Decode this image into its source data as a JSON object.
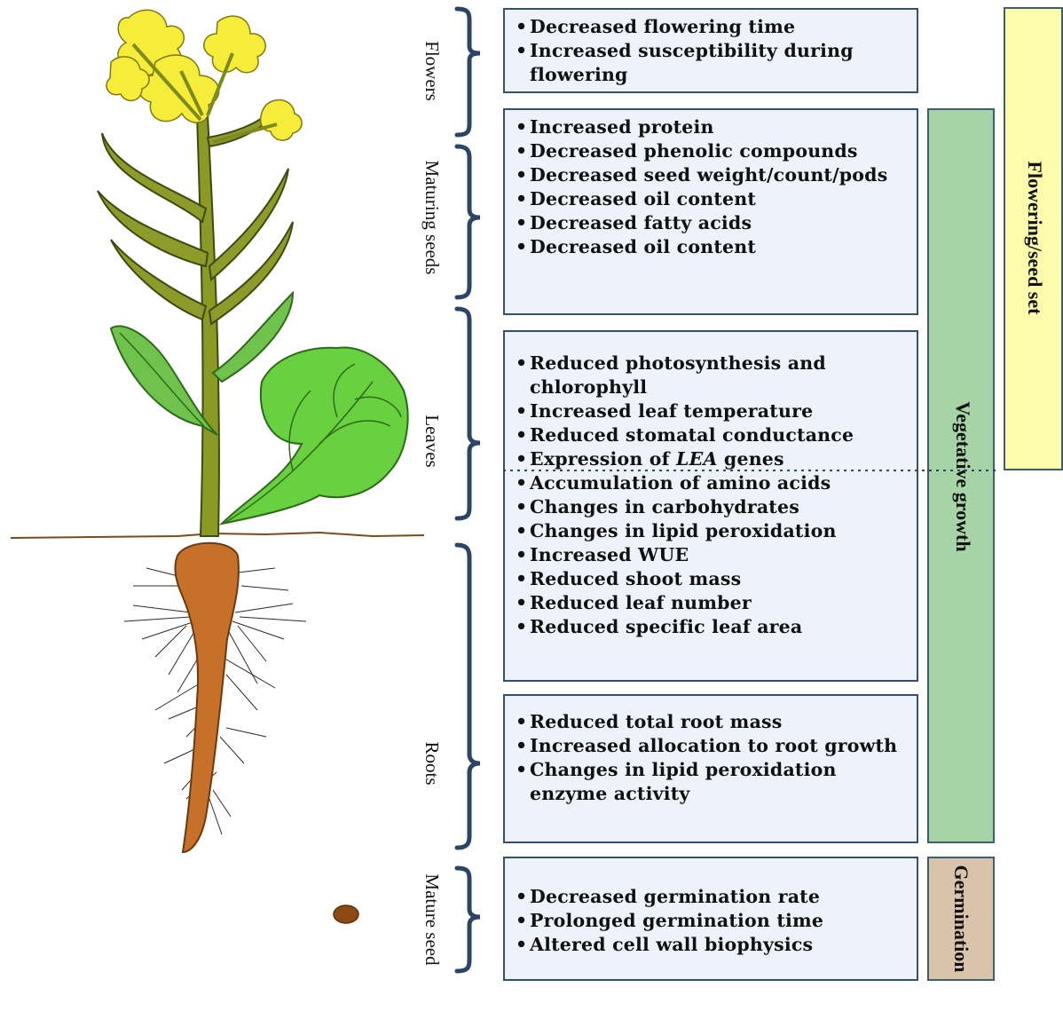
{
  "organs": {
    "flowers": "Flowers",
    "maturing_seeds": "Maturing seeds",
    "leaves": "Leaves",
    "roots": "Roots",
    "mature_seed": "Mature seed"
  },
  "boxes": {
    "flowers": [
      "Decreased flowering time",
      "Increased susceptibility during flowering"
    ],
    "seeds": [
      "Increased protein",
      "Decreased phenolic compounds",
      "Decreased seed weight/count/pods",
      "Decreased oil content",
      "Decreased fatty acids",
      "Decreased oil content"
    ],
    "leaves": [
      "Reduced photosynthesis and chlorophyll",
      "Increased leaf temperature",
      "Reduced stomatal conductance"
    ],
    "shoot": {
      "lea_prefix": "Expression of ",
      "lea_italic": "LEA",
      "lea_suffix": " genes",
      "items": [
        "Accumulation of amino acids",
        "Changes in carbohydrates",
        "Changes in lipid peroxidation",
        "Increased WUE",
        "Reduced shoot mass",
        "Reduced leaf number",
        "Reduced specific leaf area"
      ]
    },
    "roots": [
      "Reduced total root mass",
      "Increased allocation to root growth",
      "Changes in lipid peroxidation enzyme activity"
    ],
    "germ": [
      "Decreased germination rate",
      "Prolonged germination time",
      "Altered cell wall biophysics"
    ]
  },
  "stages": {
    "flowering": "Flowering/seed set",
    "vegetative": "Vegetative growth",
    "germination": "Germination"
  },
  "colors": {
    "flowering_bg": "#fdfcad",
    "vegetative_bg": "#a7d4a6",
    "germination_bg": "#d9c3aa",
    "bracket": "#2c4565",
    "box_bg": "#eef2fa"
  }
}
